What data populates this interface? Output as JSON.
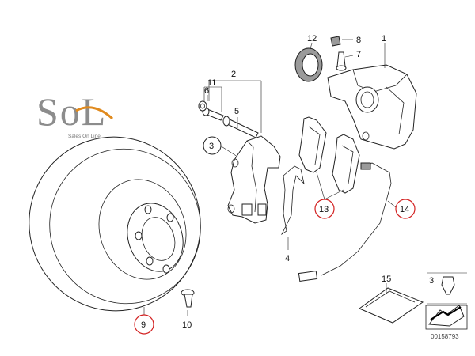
{
  "logo": {
    "text": "SoL",
    "tagline": "Sales On Line"
  },
  "part_labels": {
    "p1": "1",
    "p2": "2",
    "p3": "3",
    "p4": "4",
    "p5": "5",
    "p6": "6",
    "p7": "7",
    "p8": "8",
    "p9": "9",
    "p10": "10",
    "p11": "11",
    "p12": "12",
    "p13": "13",
    "p14": "14",
    "p15": "15",
    "legend_3": "3"
  },
  "diagram_number": "00158793",
  "colors": {
    "highlight_circle": "#d21f1f",
    "logo_grey": "#8c8c8c",
    "logo_orange": "#e08a1e"
  }
}
